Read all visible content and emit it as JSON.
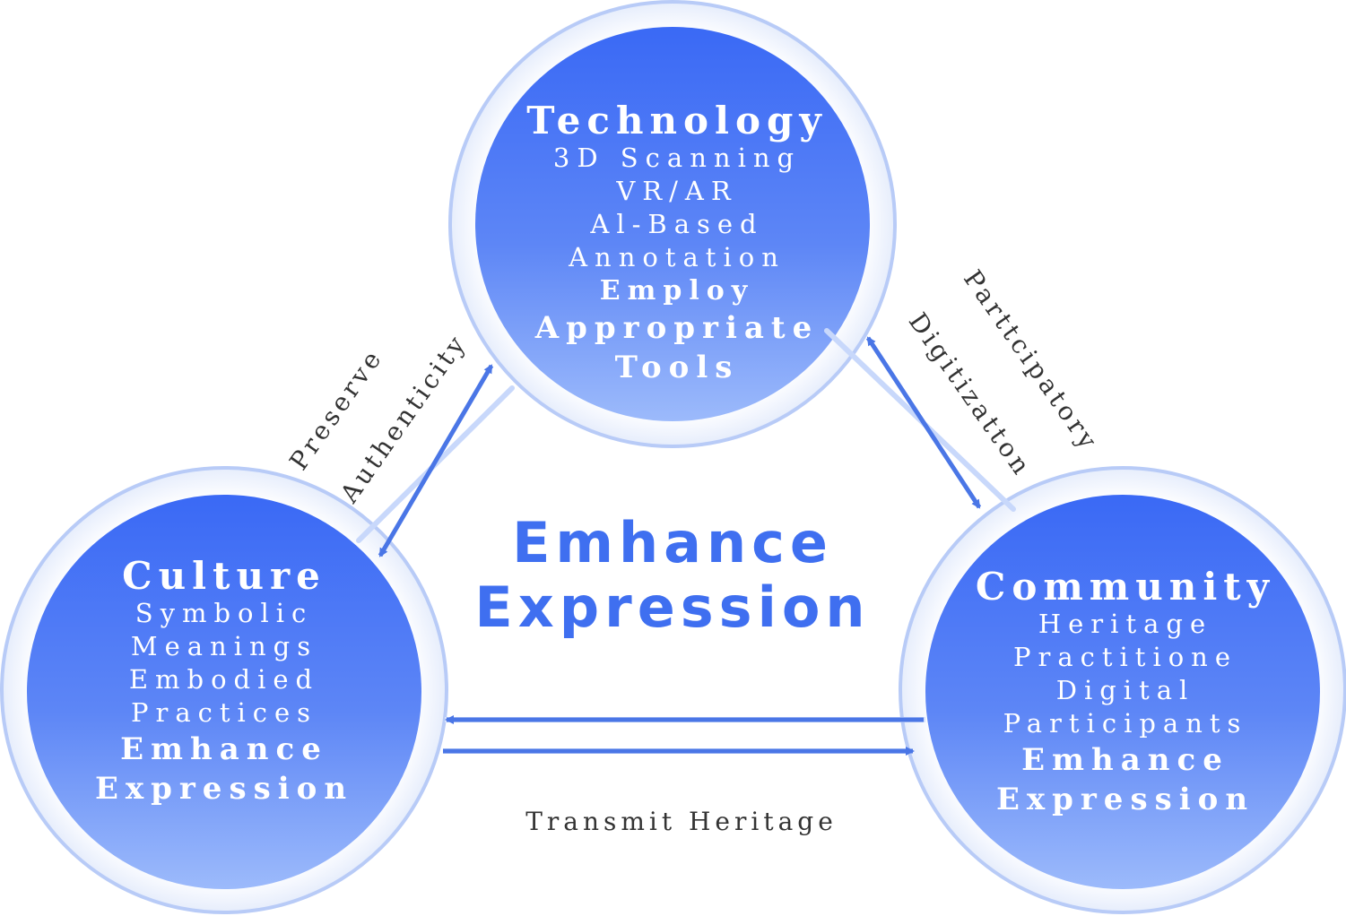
{
  "center": {
    "line1": "Emhance",
    "line2": "Expression"
  },
  "nodes": {
    "technology": {
      "title": "Technology",
      "items": [
        "3D Scanning",
        "VR/AR",
        "Al-Based",
        "Annotation"
      ],
      "goal": [
        "Employ",
        "Appropriate",
        "Tools"
      ]
    },
    "culture": {
      "title": "Culture",
      "items": [
        "Symbolic",
        "Meanings",
        "Embodied",
        "Practices"
      ],
      "goal": [
        "Emhance",
        "Expression"
      ]
    },
    "community": {
      "title": "Community",
      "items": [
        "Heritage",
        "Practitione",
        "Digital",
        "Participants"
      ],
      "goal": [
        "Emhance",
        "Expression"
      ]
    }
  },
  "edges": {
    "culture_technology": {
      "line1": "Preserve",
      "line2": "Authenticity"
    },
    "technology_community": {
      "line1": "Parttcipatory",
      "line2": "Digitizatton"
    },
    "culture_community": {
      "label": "Transmit Heritage"
    }
  },
  "colors": {
    "node_top": "#3b6cf6",
    "node_bottom": "#90b2fa",
    "arrow": "#4a76e6",
    "ring": "#a9bff5",
    "center_text": "#3f6ff0"
  }
}
